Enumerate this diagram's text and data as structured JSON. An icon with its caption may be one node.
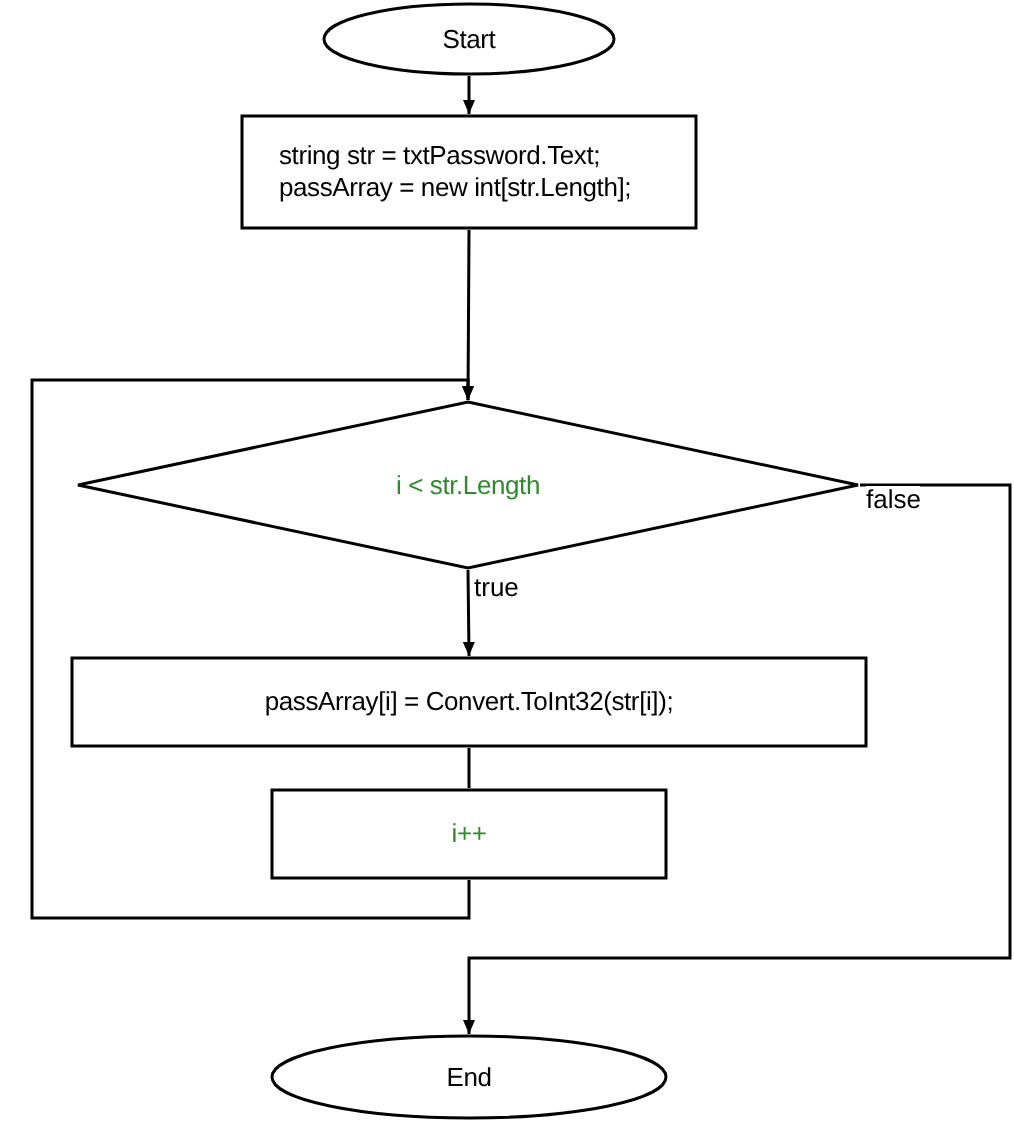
{
  "diagram": {
    "nodes": [
      {
        "text": [
          "Start"
        ]
      },
      {
        "text": [
          "string str = txtPassword.Text; passArray = new int[str.Length];"
        ]
      },
      {
        "text": [
          "i < str.Length"
        ]
      },
      {
        "text": [
          "passArray[i] = Convert.ToInt32(str[i]);"
        ]
      },
      {
        "text": [
          "i++"
        ]
      },
      {
        "text": [
          "End"
        ]
      }
    ],
    "edges": [
      {
        "from": 0,
        "to": 1,
        "arrow": "to"
      },
      {
        "from": 1,
        "to": 2,
        "arrow": "to"
      },
      {
        "from": 2,
        "to": 3,
        "arrow": "to",
        "label": "true"
      },
      {
        "from": 3,
        "to": 4,
        "arrow": "none"
      },
      {
        "from": 4,
        "to": 2,
        "arrow": "to"
      },
      {
        "from": 2,
        "to": 5,
        "arrow": "to",
        "label": "false"
      }
    ]
  }
}
